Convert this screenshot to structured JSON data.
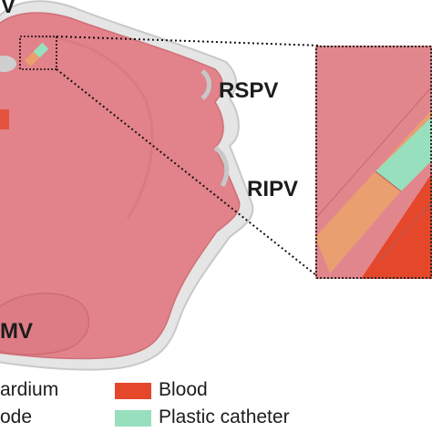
{
  "labels": {
    "top_left": "V",
    "rspv": "RSPV",
    "ripv": "RIPV",
    "mv": "MV"
  },
  "legend": {
    "myocardium": "ardium",
    "electrode": "ode",
    "blood": "Blood",
    "plastic_catheter": "Plastic catheter"
  },
  "colors": {
    "tissue": "#e2828a",
    "blood": "#e5472a",
    "plastic_catheter": "#98dfbd",
    "shell": "#dcdcdc"
  }
}
